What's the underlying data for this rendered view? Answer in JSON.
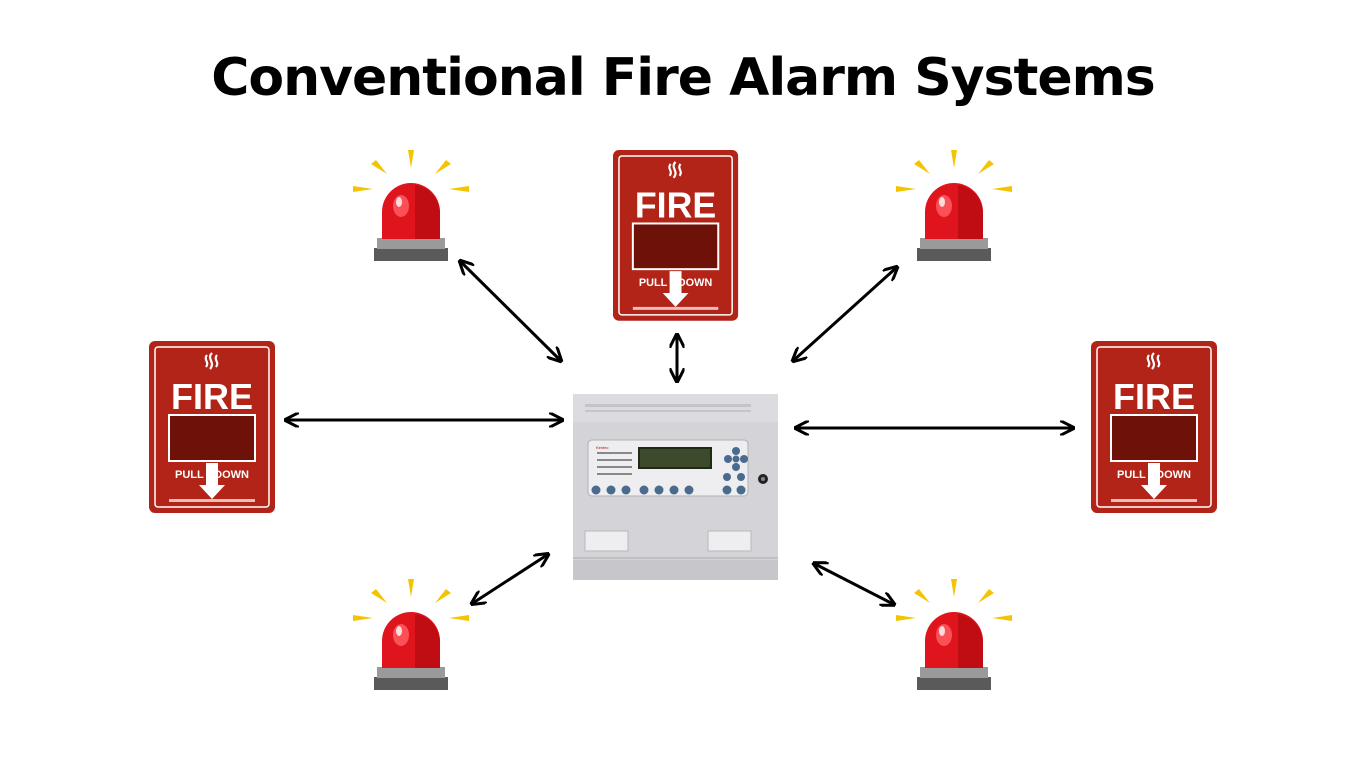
{
  "title": "Conventional Fire Alarm Systems",
  "colors": {
    "station_red": "#b22418",
    "station_dark": "#6e1209",
    "beacon_red": "#e0141c",
    "ray_yellow": "#f5c400",
    "base_gray": "#5a5a5a",
    "arrow": "#000000"
  },
  "pull_station": {
    "fire_label": "FIRE",
    "pull_label": "PULL",
    "down_label": "DOWN"
  },
  "panel": {
    "brand_label": "Kentec"
  },
  "nodes": [
    {
      "kind": "beacon",
      "position": "top-left"
    },
    {
      "kind": "pull-station",
      "position": "top"
    },
    {
      "kind": "beacon",
      "position": "top-right"
    },
    {
      "kind": "pull-station",
      "position": "left"
    },
    {
      "kind": "pull-station",
      "position": "right"
    },
    {
      "kind": "beacon",
      "position": "bottom-left"
    },
    {
      "kind": "beacon",
      "position": "bottom-right"
    }
  ]
}
